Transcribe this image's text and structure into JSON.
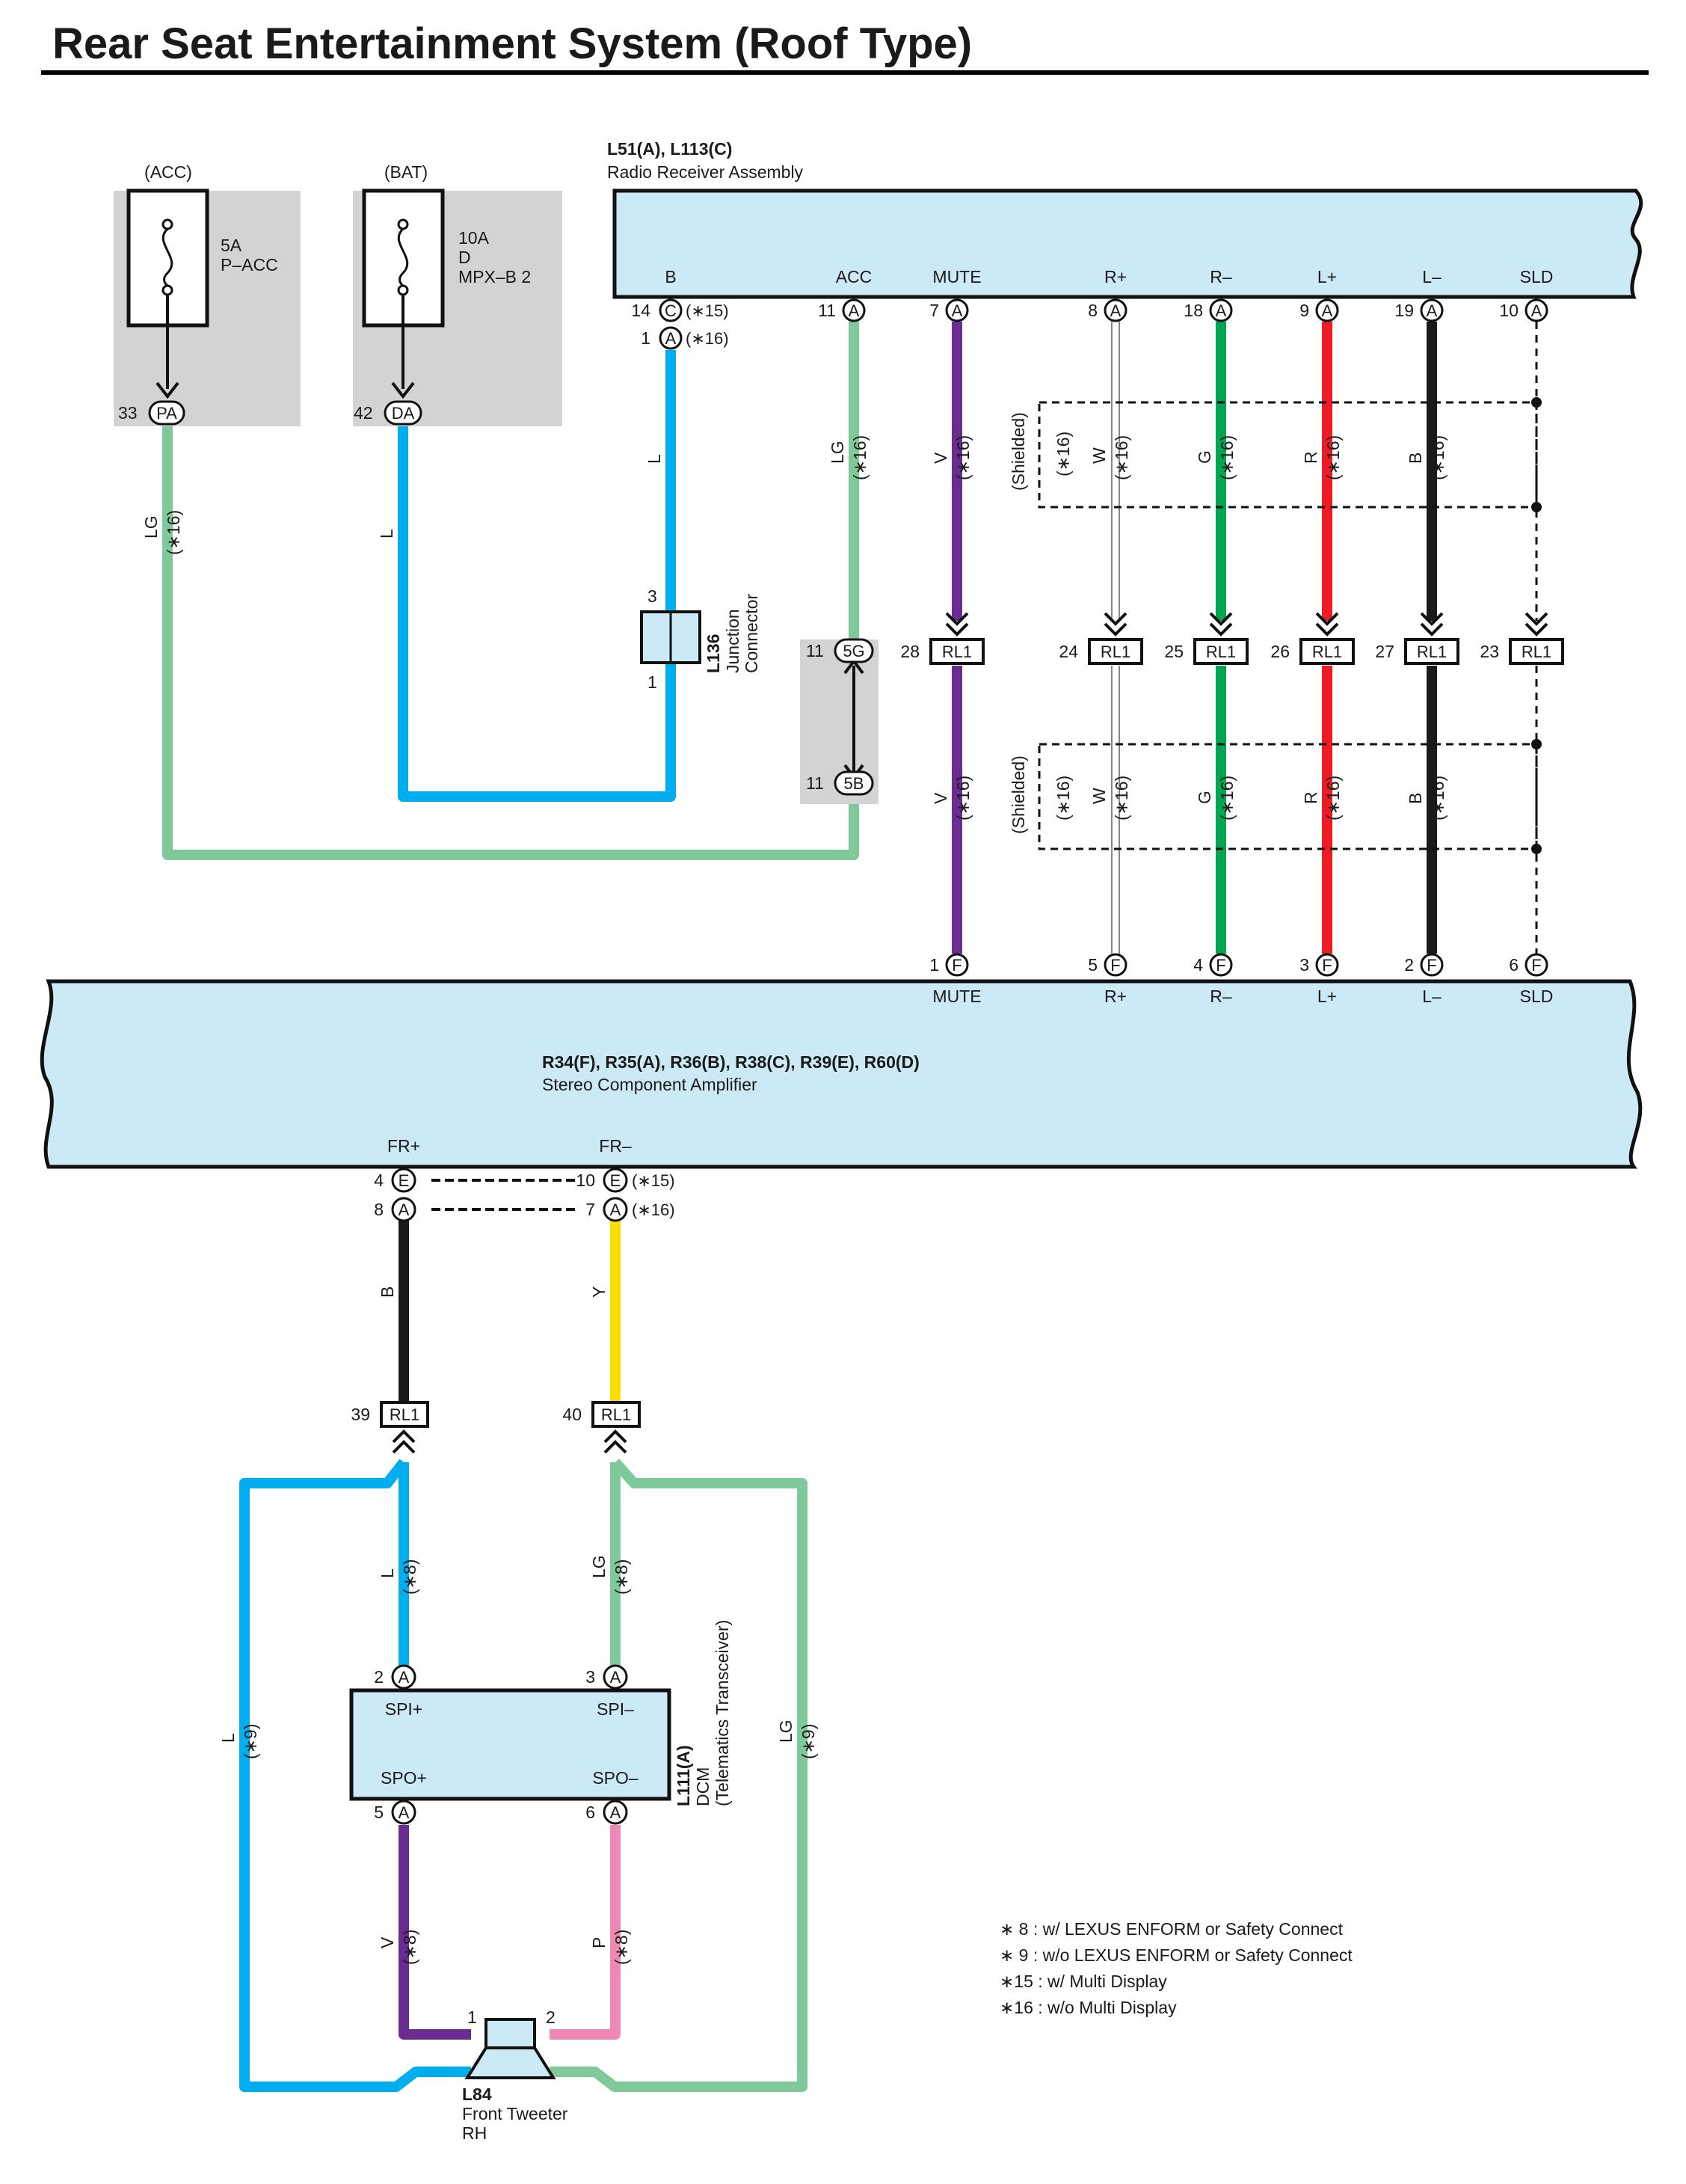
{
  "title": "Rear Seat Entertainment System (Roof Type)",
  "fuses": [
    {
      "group": "(ACC)",
      "rating": "5A",
      "name": "P–ACC",
      "pin": "33",
      "conn": "PA"
    },
    {
      "group": "(BAT)",
      "rating": "10A",
      "sub": "D",
      "name": "MPX–B 2",
      "pin": "42",
      "conn": "DA"
    }
  ],
  "radio": {
    "code": "L51(A), L113(C)",
    "name": "Radio Receiver Assembly",
    "b_label": "B",
    "b_conn1": "C",
    "b_pin1": "14",
    "b_note1": "(∗15)",
    "b_conn2": "A",
    "b_pin2": "1",
    "b_note2": "(∗16)",
    "terminals": [
      {
        "name": "ACC",
        "pin": "11",
        "conn": "A"
      },
      {
        "name": "MUTE",
        "pin": "7",
        "conn": "A"
      },
      {
        "name": "R+",
        "pin": "8",
        "conn": "A"
      },
      {
        "name": "R–",
        "pin": "18",
        "conn": "A"
      },
      {
        "name": "L+",
        "pin": "9",
        "conn": "A"
      },
      {
        "name": "L–",
        "pin": "19",
        "conn": "A"
      },
      {
        "name": "SLD",
        "pin": "10",
        "conn": "A"
      }
    ]
  },
  "amplifier": {
    "code": "R34(F), R35(A), R36(B), R38(C), R39(E), R60(D)",
    "name": "Stereo Component Amplifier",
    "terminals": [
      {
        "name": "MUTE",
        "pin": "1",
        "conn": "F"
      },
      {
        "name": "R+",
        "pin": "5",
        "conn": "F"
      },
      {
        "name": "R–",
        "pin": "4",
        "conn": "F"
      },
      {
        "name": "L+",
        "pin": "3",
        "conn": "F"
      },
      {
        "name": "L–",
        "pin": "2",
        "conn": "F"
      },
      {
        "name": "SLD",
        "pin": "6",
        "conn": "F"
      }
    ]
  },
  "rl1_row": [
    {
      "pin": "28"
    },
    {
      "pin": "24"
    },
    {
      "pin": "25"
    },
    {
      "pin": "26"
    },
    {
      "pin": "27"
    },
    {
      "pin": "23"
    }
  ],
  "labels": {
    "rl1": "RL1",
    "shielded": "(Shielded)"
  },
  "junction": {
    "code": "L136",
    "name1": "Junction",
    "name2": "Connector",
    "pin_top": "3",
    "pin_bottom": "1"
  },
  "connector_5g": {
    "top": "5G",
    "top_pin": "11",
    "bottom": "5B",
    "bottom_pin": "11"
  },
  "wire_labels": [
    {
      "color": "LG",
      "note": "(∗16)"
    },
    {
      "color": "L"
    },
    {
      "color": "L"
    },
    {
      "color": "LG",
      "note": "(∗16)"
    },
    {
      "color": "V",
      "note": "(∗16)"
    },
    {
      "color": "W",
      "note": "(∗16)"
    },
    {
      "color": "G",
      "note": "(∗16)"
    },
    {
      "color": "R",
      "note": "(∗16)"
    },
    {
      "color": "B",
      "note": "(∗16)"
    },
    {
      "color": "V",
      "note": "(∗16)"
    },
    {
      "color": "W",
      "note": "(∗16)"
    },
    {
      "color": "G",
      "note": "(∗16)"
    },
    {
      "color": "R",
      "note": "(∗16)"
    },
    {
      "color": "B",
      "note": "(∗16)"
    },
    {
      "color": "B"
    },
    {
      "color": "Y"
    },
    {
      "color": "L",
      "note": "(∗8)"
    },
    {
      "color": "LG",
      "note": "(∗8)"
    },
    {
      "color": "L",
      "note": "(∗9)"
    },
    {
      "color": "LG",
      "note": "(∗9)"
    },
    {
      "color": "V",
      "note": "(∗8)"
    },
    {
      "color": "P",
      "note": "(∗8)"
    },
    {
      "note": "(∗16)"
    },
    {
      "note": "(∗16)"
    }
  ],
  "fr": {
    "plus_label": "FR+",
    "minus_label": "FR–",
    "plus_conn1": "E",
    "plus_pin1": "4",
    "plus_conn2": "A",
    "plus_pin2": "8",
    "minus_conn1": "E",
    "minus_pin1": "10",
    "minus_note1": "(∗15)",
    "minus_conn2": "A",
    "minus_pin2": "7",
    "minus_note2": "(∗16)",
    "rl1_plus_pin": "39",
    "rl1_minus_pin": "40"
  },
  "dcm": {
    "code": "L111(A)",
    "name1": "DCM",
    "name2": "(Telematics Transceiver)",
    "conn": "A",
    "spi_plus": "SPI+",
    "spi_minus": "SPI–",
    "spo_plus": "SPO+",
    "spo_minus": "SPO–",
    "spi_plus_pin": "2",
    "spi_minus_pin": "3",
    "spo_plus_pin": "5",
    "spo_minus_pin": "6"
  },
  "tweeter": {
    "code": "L84",
    "name1": "Front Tweeter",
    "name2": "RH",
    "pin1": "1",
    "pin2": "2"
  },
  "notes": [
    "∗ 8 : w/ LEXUS ENFORM or Safety Connect",
    "∗ 9 : w/o LEXUS ENFORM or Safety Connect",
    "∗15 : w/ Multi Display",
    "∗16 : w/o Multi Display"
  ],
  "colors": {
    "fill": "#cce9f6",
    "shade": "#d1d3d4",
    "L": "#00aeef",
    "LG": "#7fc99a",
    "V": "#6a2c91",
    "G": "#00a651",
    "R": "#ed1c24",
    "B": "#1a1a1a",
    "Y": "#ffde00",
    "P": "#f088b6"
  }
}
